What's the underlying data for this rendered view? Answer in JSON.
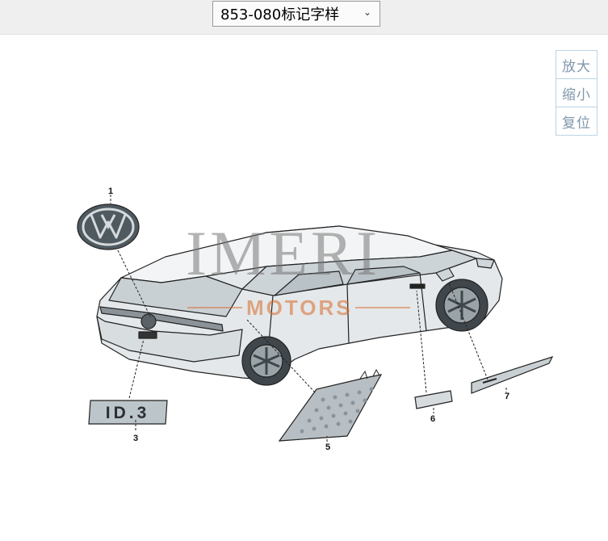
{
  "header": {
    "category_select": {
      "value": "853-080标记字样"
    }
  },
  "zoom_controls": {
    "zoom_in": "放大",
    "zoom_out": "缩小",
    "reset": "复位"
  },
  "diagram": {
    "watermark": {
      "brand": "IMERI",
      "sub": "MOTORS"
    },
    "callouts": [
      "1",
      "3",
      "5",
      "6",
      "7"
    ],
    "badge_text": "ID.3"
  }
}
